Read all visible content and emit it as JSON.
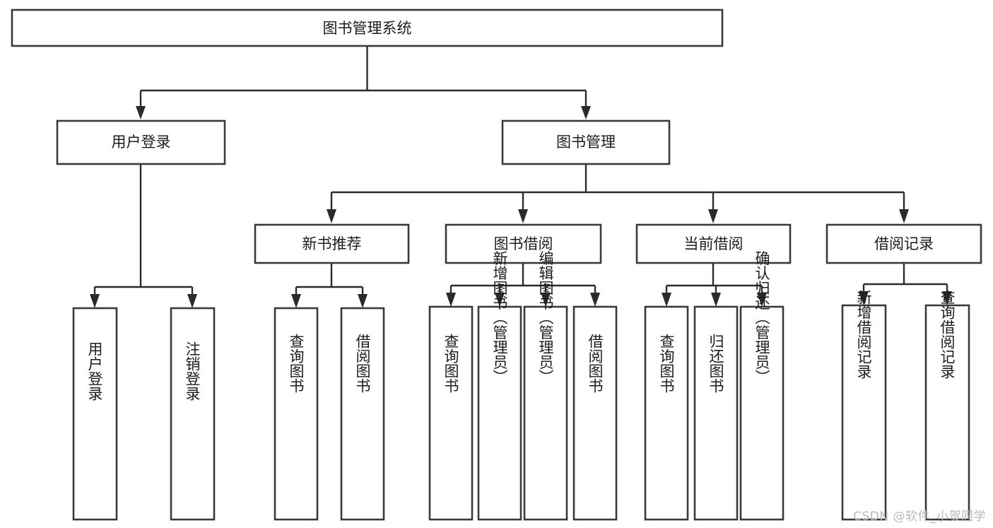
{
  "diagram": {
    "title": "图书管理系统",
    "type": "hierarchy-tree",
    "colors": {
      "box_stroke": "#3a3a3a",
      "box_fill": "#ffffff",
      "link": "#2b2b2b",
      "text": "#1c1c1c",
      "background": "#ffffff",
      "watermark": "#b9b9b9"
    },
    "root": {
      "label": "图书管理系统"
    },
    "level2": [
      {
        "label": "用户登录"
      },
      {
        "label": "图书管理"
      }
    ],
    "level3": [
      {
        "label": "新书推荐"
      },
      {
        "label": "图书借阅"
      },
      {
        "label": "当前借阅"
      },
      {
        "label": "借阅记录"
      }
    ],
    "leaves": {
      "user_login": [
        {
          "label": "用户登录"
        },
        {
          "label": "注销登录"
        }
      ],
      "new_book_recommend": [
        {
          "label": "查询图书"
        },
        {
          "label": "借阅图书"
        }
      ],
      "book_borrow": [
        {
          "label": "查询图书"
        },
        {
          "label": "新增图书（管理员）"
        },
        {
          "label": "编辑图书（管理员）"
        },
        {
          "label": "借阅图书"
        }
      ],
      "current_borrow": [
        {
          "label": "查询图书"
        },
        {
          "label": "归还图书"
        },
        {
          "label": "确认归还（管理员）"
        }
      ],
      "borrow_record": [
        {
          "label": "新增借阅记录"
        },
        {
          "label": "查询借阅记录"
        }
      ]
    }
  },
  "watermark": {
    "text": "CSDN @软件_小贺同学"
  }
}
